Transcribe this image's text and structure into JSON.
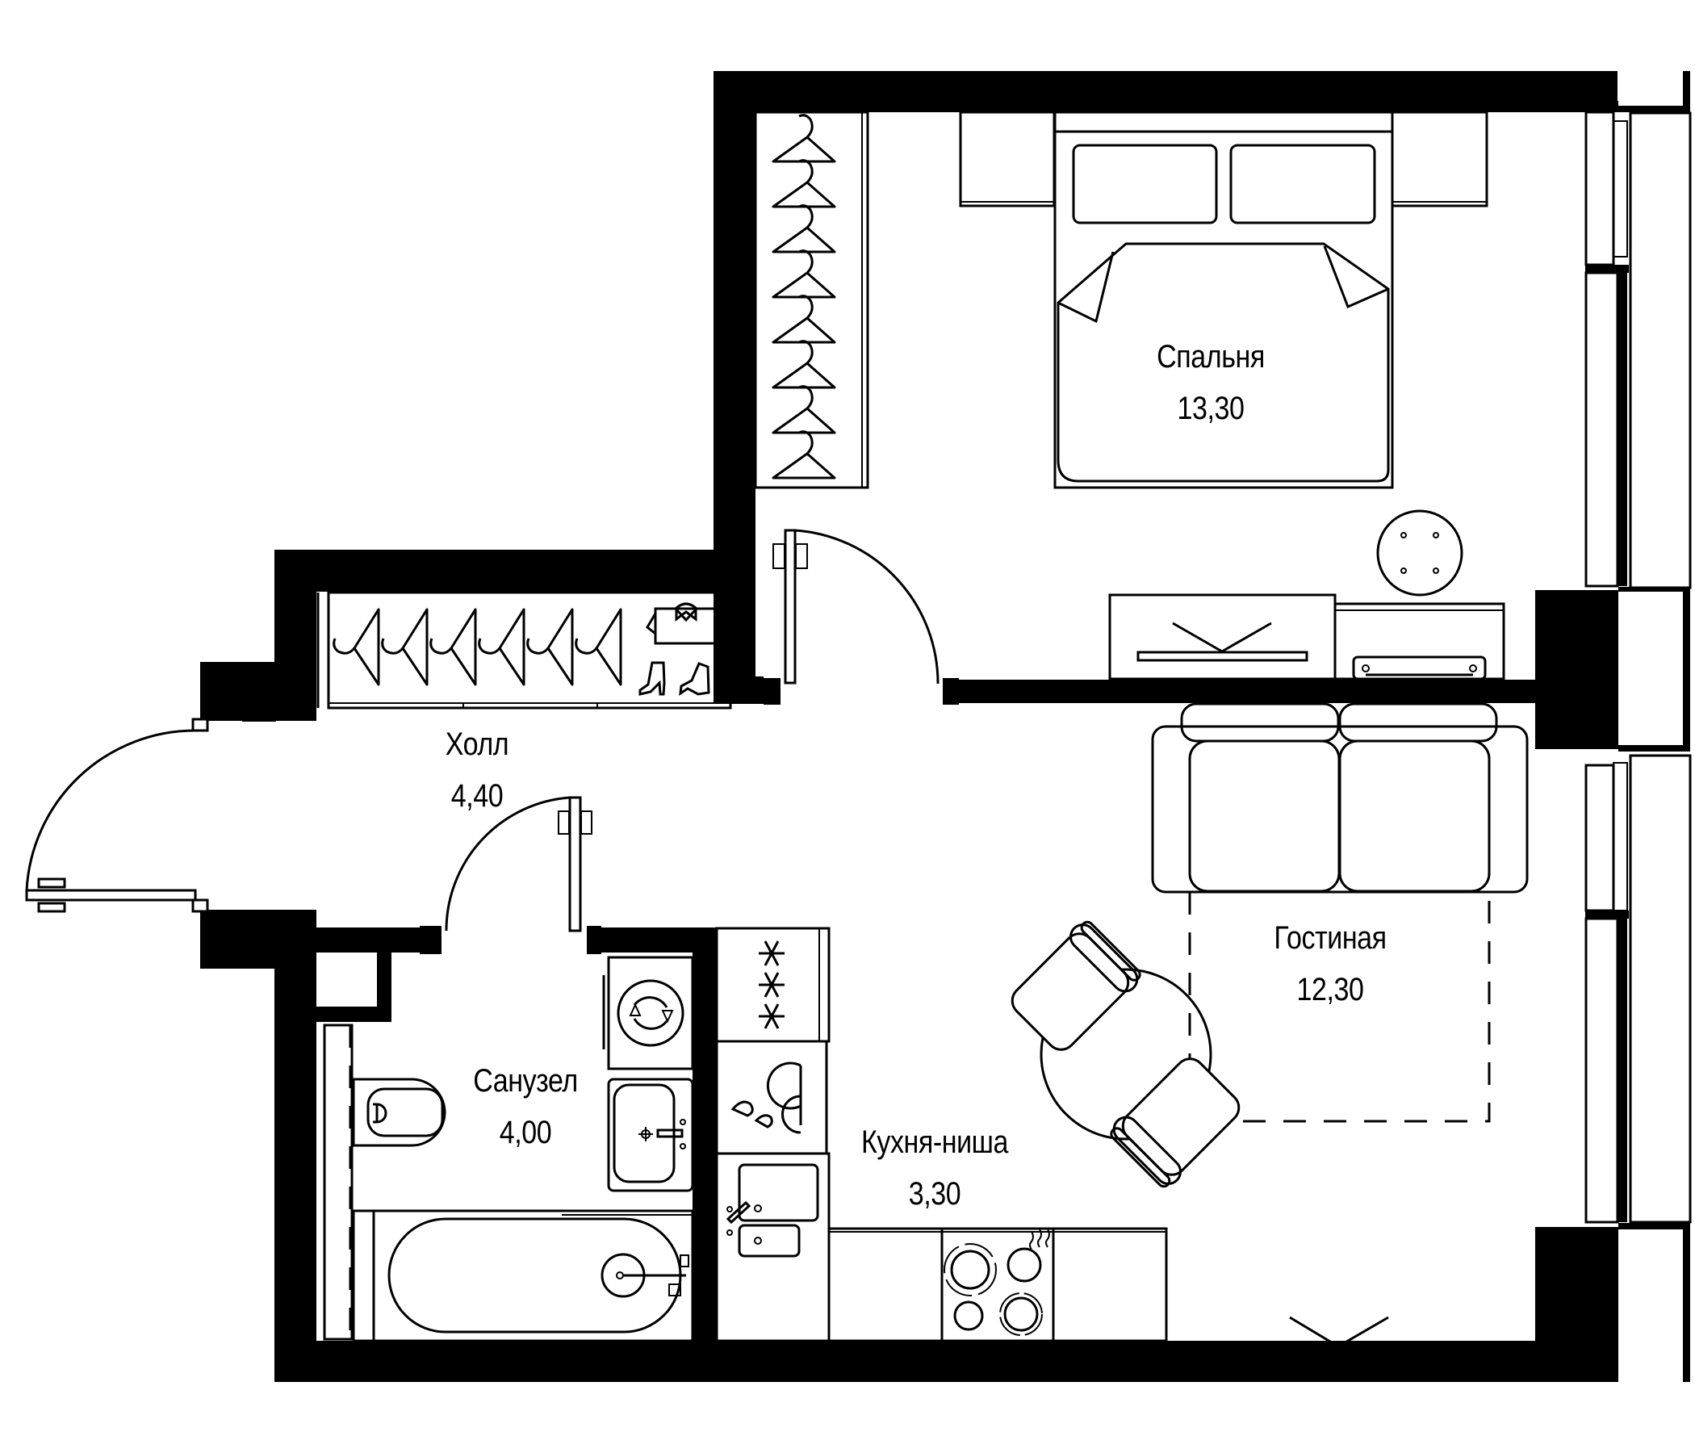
{
  "plan": {
    "colors": {
      "wall": "#000000",
      "line": "#000000",
      "background": "#ffffff"
    },
    "rooms": [
      {
        "id": "bedroom",
        "name": "Спальня",
        "area": "13,30"
      },
      {
        "id": "hall",
        "name": "Холл",
        "area": "4,40"
      },
      {
        "id": "living",
        "name": "Гостиная",
        "area": "12,30"
      },
      {
        "id": "bathroom",
        "name": "Санузел",
        "area": "4,00"
      },
      {
        "id": "kitchen",
        "name": "Кухня-ниша",
        "area": "3,30"
      }
    ],
    "furniture_icons": [
      "double-bed-icon",
      "nightstand-icon",
      "wardrobe-hanger-icon",
      "round-rug-icon",
      "tv-icon",
      "desk-laptop-icon",
      "sofa-icon",
      "dining-table-icon",
      "chair-icon",
      "washing-machine-icon",
      "washbasin-icon",
      "toilet-icon",
      "bathtub-icon",
      "fridge-icon",
      "dishwasher-icon",
      "kitchen-sink-icon",
      "hob-icon",
      "shirt-icon",
      "boots-icon",
      "door-swing-icon",
      "window-icon",
      "towel-rail-icon"
    ]
  }
}
